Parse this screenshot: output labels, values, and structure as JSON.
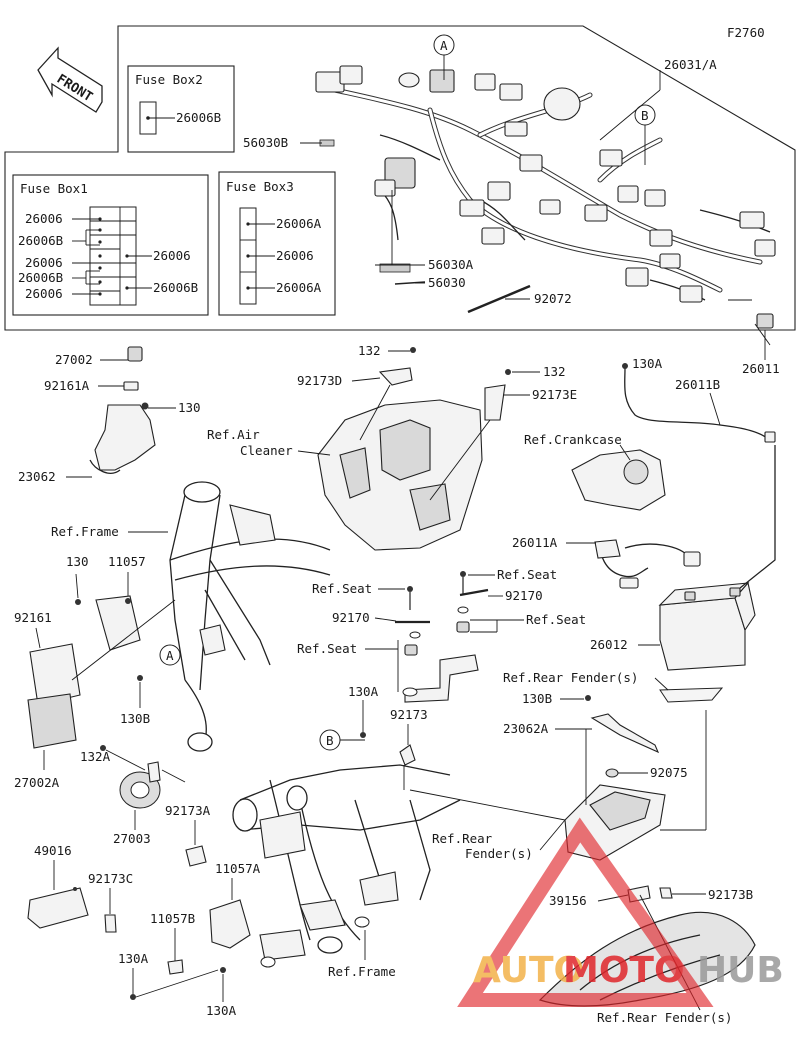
{
  "figure_code": "F2760",
  "front_label": "FRONT",
  "fuse_boxes": {
    "box1": {
      "title": "Fuse Box1",
      "labels": [
        "26006",
        "26006B",
        "26006",
        "26006B",
        "26006",
        "26006",
        "26006B"
      ]
    },
    "box2": {
      "title": "Fuse Box2",
      "labels": [
        "26006B"
      ]
    },
    "box3": {
      "title": "Fuse Box3",
      "labels": [
        "26006A",
        "26006",
        "26006A"
      ]
    }
  },
  "callouts": {
    "a": "A",
    "b": "B"
  },
  "part_labels": {
    "p26031A": "26031/A",
    "p56030B": "56030B",
    "p56030A": "56030A",
    "p56030": "56030",
    "p92072": "92072",
    "p26011": "26011",
    "p27002": "27002",
    "p92161A": "92161A",
    "p130_top": "130",
    "p23062": "23062",
    "p132_1": "132",
    "p92173D": "92173D",
    "p132_2": "132",
    "p92173E": "92173E",
    "p130A_top": "130A",
    "p26011B": "26011B",
    "p130_left": "130",
    "p11057": "11057",
    "p92161": "92161",
    "p130B_left": "130B",
    "p27002A": "27002A",
    "p132A": "132A",
    "p27003": "27003",
    "p92173A": "92173A",
    "p49016": "49016",
    "p92173C": "92173C",
    "p11057A": "11057A",
    "p11057B": "11057B",
    "p130A_bl": "130A",
    "p130A_bc": "130A",
    "p26011A": "26011A",
    "p92170_1": "92170",
    "p92170_2": "92170",
    "p26012": "26012",
    "p130A_mid": "130A",
    "p92173": "92173",
    "p130B_right": "130B",
    "p23062A": "23062A",
    "p92075": "92075",
    "p39156": "39156",
    "p92173B": "92173B"
  },
  "ref_labels": {
    "air_cleaner_1": "Ref.Air",
    "air_cleaner_2": "Cleaner",
    "crankcase": "Ref.Crankcase",
    "frame_top": "Ref.Frame",
    "seat_1": "Ref.Seat",
    "seat_2": "Ref.Seat",
    "seat_3": "Ref.Seat",
    "rear_fender_top": "Ref.Rear Fender(s)",
    "rear_fender_mid_1": "Ref.Rear",
    "rear_fender_mid_2": "Fender(s)",
    "frame_bottom": "Ref.Frame",
    "rear_fender_bottom": "Ref.Rear Fender(s)"
  },
  "watermark": {
    "part1": "AUTO",
    "part2": "MOTO",
    "part3": "HUB"
  },
  "colors": {
    "line": "#1a1a1a",
    "watermark_orange": "#f3b24a",
    "watermark_red": "#e0262b",
    "watermark_gray": "#9a9a9a"
  }
}
